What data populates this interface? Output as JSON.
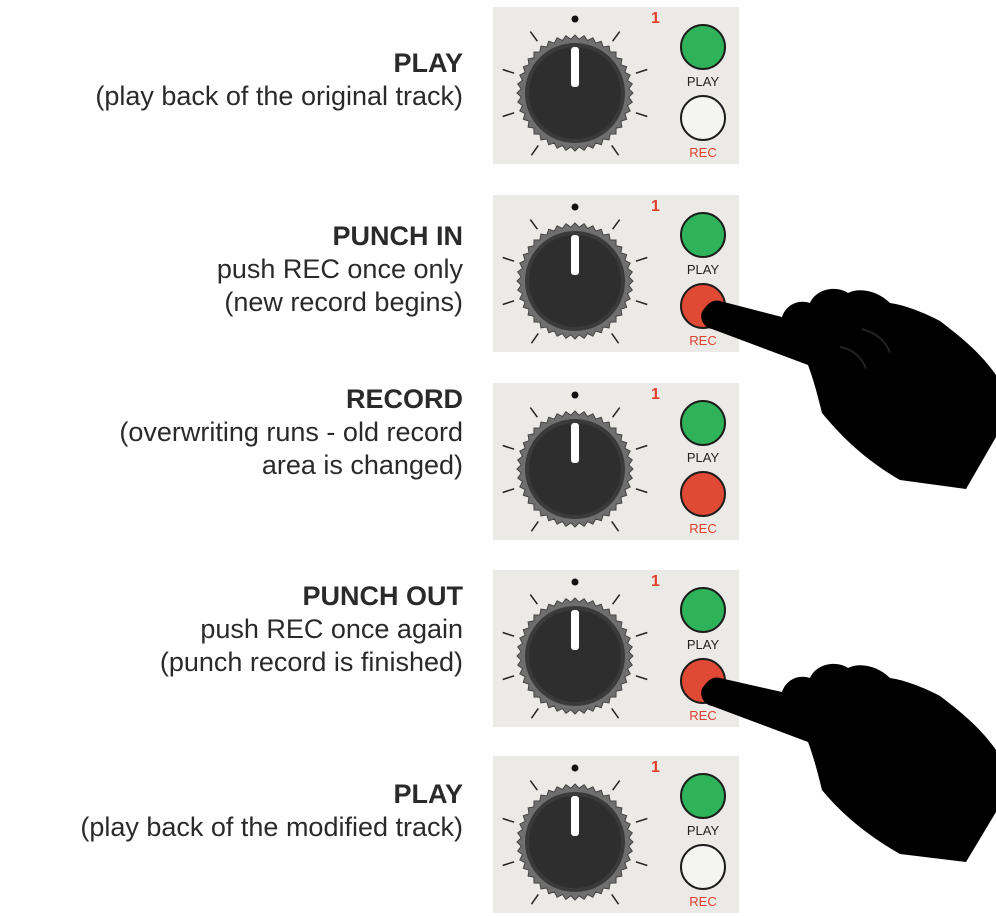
{
  "panel_labels": {
    "channel_number": "1",
    "play_label": "PLAY",
    "rec_label": "REC"
  },
  "colors": {
    "panel_bg": "#eceae7",
    "play_led_on": "#2fb35a",
    "rec_led_on": "#e04a35",
    "rec_led_off": "#f4f4f2",
    "rec_text": "#e0402e",
    "channel_number": "#e0402e"
  },
  "icons": {
    "knob": "rotary-knob-icon",
    "hand": "pointing-hand-icon"
  },
  "steps": [
    {
      "heading": "PLAY",
      "lines": [
        "(play back of the original track)"
      ],
      "rec_state": "off",
      "hand_pointing": false
    },
    {
      "heading": "PUNCH IN",
      "lines": [
        "push REC once only",
        "(new record begins)"
      ],
      "rec_state": "on",
      "hand_pointing": true
    },
    {
      "heading": "RECORD",
      "lines": [
        "(overwriting runs - old record",
        "area is changed)"
      ],
      "rec_state": "on",
      "hand_pointing": false
    },
    {
      "heading": "PUNCH OUT",
      "lines": [
        "push REC once again",
        "(punch record is finished)"
      ],
      "rec_state": "on",
      "hand_pointing": true
    },
    {
      "heading": "PLAY",
      "lines": [
        "(play back of the modified track)"
      ],
      "rec_state": "off",
      "hand_pointing": false
    }
  ]
}
